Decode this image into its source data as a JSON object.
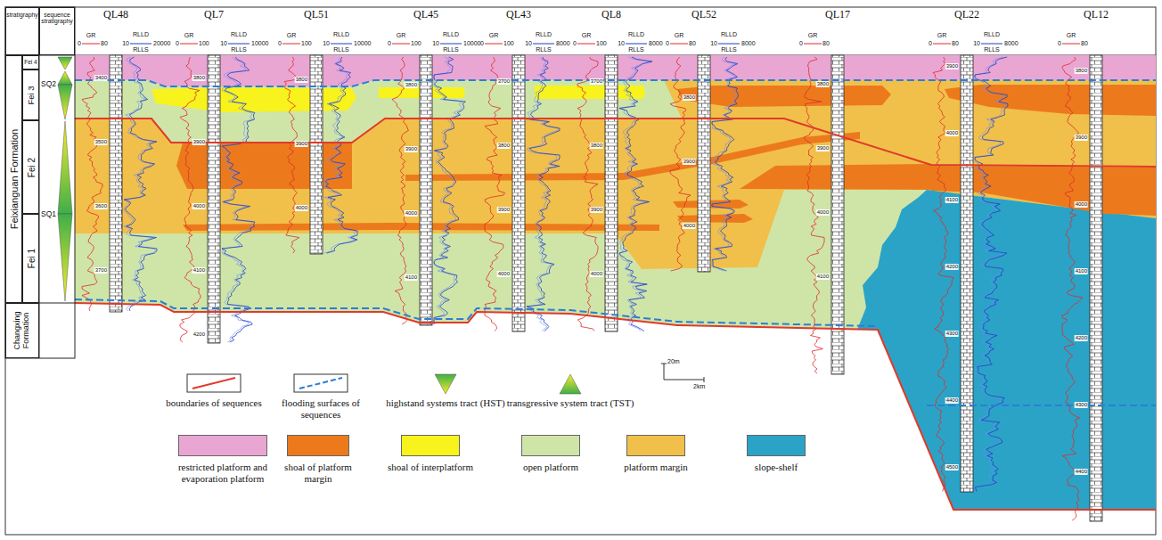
{
  "diagram": {
    "nodes": [
      {
        "text": [
          "stratigraphy"
        ]
      },
      {
        "text": [
          "sequence stratigraphy"
        ]
      },
      {
        "text": [
          "Feixianguan Formation"
        ]
      },
      {
        "text": [
          "Fei 4"
        ]
      },
      {
        "text": [
          "Fei 3"
        ]
      },
      {
        "text": [
          "Fei 2"
        ]
      },
      {
        "text": [
          "Fei 1"
        ]
      },
      {
        "text": [
          "Changxing Formation"
        ]
      }
    ],
    "labels": [
      "SQ2",
      "SQ1",
      "QL48",
      "GR",
      "0",
      "80",
      "10",
      "RLLD",
      "20000",
      "RLLS",
      "3400",
      "3500",
      "3600",
      "3700",
      "QL7",
      "GR",
      "0",
      "100",
      "10",
      "RLLD",
      "10000",
      "RLLS",
      "3800",
      "3900",
      "4000",
      "4100",
      "4200",
      "QL51",
      "GR",
      "0",
      "100",
      "10",
      "RLLD",
      "10000",
      "RLLS",
      "3800",
      "3900",
      "4000",
      "QL45",
      "GR",
      "0",
      "100",
      "10",
      "RLLD",
      "10000",
      "RLLS",
      "3800",
      "3900",
      "4000",
      "4100",
      "QL43",
      "GR",
      "0",
      "100",
      "10",
      "RLLD",
      "8000",
      "RLLS",
      "3700",
      "3800",
      "3900",
      "4000",
      "QL8",
      "GR",
      "0",
      "100",
      "10",
      "RLLD",
      "8000",
      "RLLS",
      "3700",
      "3800",
      "3900",
      "4000",
      "QL52",
      "GR",
      "0",
      "80",
      "10",
      "RLLD",
      "8000",
      "RLLS",
      "3800",
      "3900",
      "4000",
      "QL17",
      "GR",
      "0",
      "80",
      "3800",
      "3900",
      "4000",
      "4100",
      "QL22",
      "GR",
      "0",
      "80",
      "10",
      "RLLD",
      "8000",
      "RLLS",
      "3900",
      "4000",
      "4100",
      "4200",
      "4300",
      "4400",
      "4500",
      "QL12",
      "GR",
      "0",
      "80",
      "3800",
      "3900",
      "4000",
      "4100",
      "4200",
      "4300",
      "4400",
      "20m",
      "2km"
    ],
    "legend": [
      {
        "text": "boundaries of sequences"
      },
      {
        "text": "flooding surfaces of sequences"
      },
      {
        "text": "highstand systems tract (HST)"
      },
      {
        "text": "transgressive system tract (TST)"
      },
      {
        "text": "restricted platform and evaporation platform",
        "color": "#e9a6d2"
      },
      {
        "text": "shoal of platform margin",
        "color": "#ec7a1c"
      },
      {
        "text": "shoal of interplatform",
        "color": "#f8f21d"
      },
      {
        "text": "open platform",
        "color": "#cfe5a8"
      },
      {
        "text": "platform margin",
        "color": "#f1c04a"
      },
      {
        "text": "slope-shelf",
        "color": "#2ba3c6"
      }
    ]
  }
}
